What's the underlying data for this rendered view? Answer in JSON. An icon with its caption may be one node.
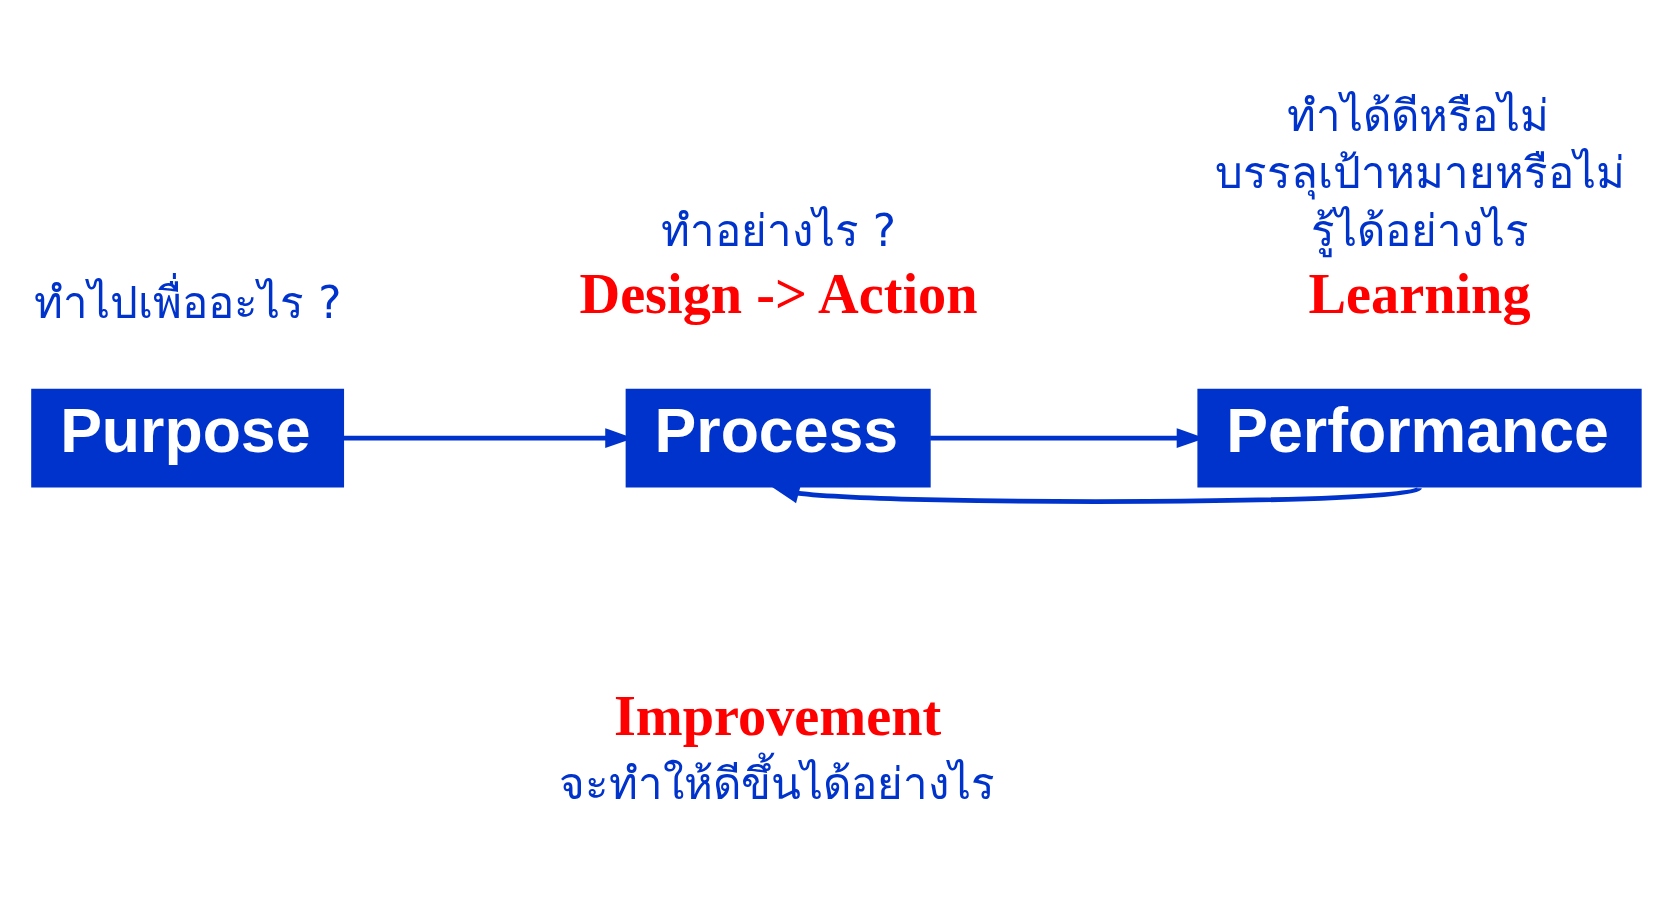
{
  "diagram": {
    "nodes": [
      {
        "text": [
          "Purpose"
        ],
        "beside": [
          "ทำไปเพื่ออะไร ?"
        ]
      },
      {
        "text": [
          "Process"
        ],
        "beside": [
          "ทำอย่างไร ?",
          "Design -> Action"
        ]
      },
      {
        "text": [
          "Performance"
        ],
        "beside": [
          "ทำได้ดีหรือไม่",
          "บรรลุเป้าหมายหรือไม่",
          "รู้ได้อย่างไร",
          "Learning"
        ]
      }
    ],
    "edges": [
      {
        "from": 0,
        "to": 1,
        "arrow": "to"
      },
      {
        "from": 1,
        "to": 2,
        "arrow": "to"
      },
      {
        "from": 2,
        "to": 1,
        "arrow": "to"
      }
    ],
    "labels": [
      "Improvement",
      "จะทำให้ดีขึ้นได้อย่างไร"
    ]
  }
}
